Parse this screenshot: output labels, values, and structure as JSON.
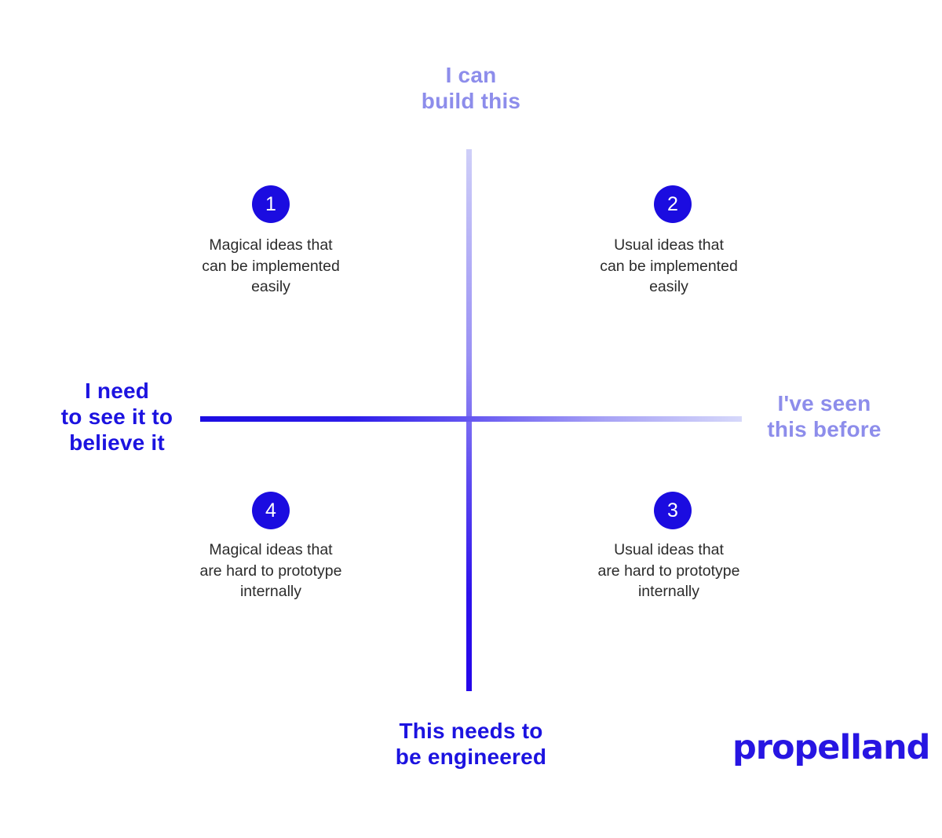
{
  "diagram": {
    "type": "quadrant-matrix",
    "axes": {
      "top_label": "I can\nbuild this",
      "bottom_label": "This needs to\nbe engineered",
      "left_label": "I need\nto see it to\nbelieve it",
      "right_label": "I've seen\nthis before"
    },
    "quadrants": [
      {
        "position": "top-left",
        "number": "1",
        "text": "Magical ideas that\ncan be implemented\neasily"
      },
      {
        "position": "top-right",
        "number": "2",
        "text": "Usual ideas that\ncan be implemented\neasily"
      },
      {
        "position": "bottom-right",
        "number": "3",
        "text": "Usual ideas that\nare hard to prototype\ninternally"
      },
      {
        "position": "bottom-left",
        "number": "4",
        "text": "Magical ideas that\nare hard to prototype\ninternally"
      }
    ]
  },
  "branding": {
    "logo_text": "propelland"
  },
  "colors": {
    "background": "#ffffff",
    "axis_label_light": "#8d8deb",
    "axis_label_dark": "#1c13e0",
    "axis_gradient_dark": "#2506e9",
    "axis_gradient_light": "#d6d8fa",
    "circle_fill": "#1b0ce0",
    "circle_number": "#ffffff",
    "body_text": "#2b2b2b",
    "logo": "#2715e2"
  }
}
